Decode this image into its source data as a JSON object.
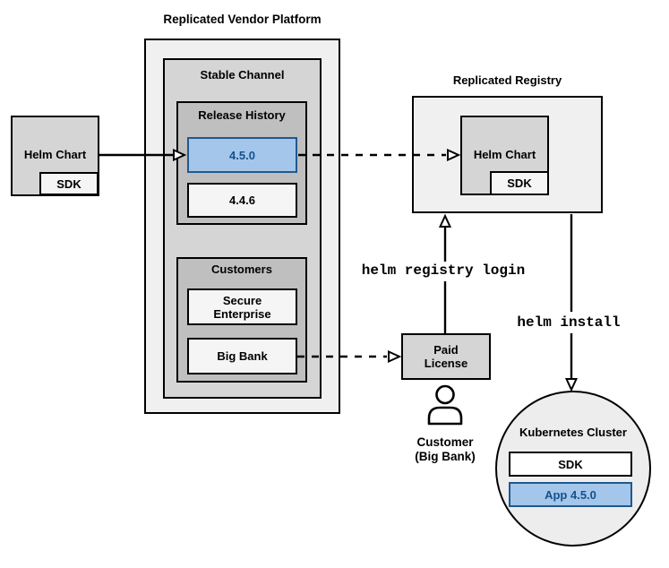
{
  "colors": {
    "highlight_fill": "#a3c6ea",
    "highlight_border": "#20588f",
    "highlight_text": "#15508c",
    "box_light": "#f0f0f0",
    "box_mid": "#d5d5d5",
    "box_dark": "#bfbfbf",
    "box_item": "#f5f5f5",
    "circle_fill": "#ededed",
    "line": "#000000"
  },
  "source_chart": {
    "label": "Helm Chart",
    "sdk": "SDK"
  },
  "platform": {
    "title": "Replicated Vendor Platform",
    "stable_channel": {
      "title": "Stable Channel",
      "release_history": {
        "title": "Release History",
        "releases": [
          {
            "version": "4.5.0"
          },
          {
            "version": "4.4.6"
          }
        ]
      },
      "customers": {
        "title": "Customers",
        "items": [
          {
            "name": "Secure Enterprise"
          },
          {
            "name": "Big Bank"
          }
        ]
      }
    }
  },
  "registry": {
    "title": "Replicated Registry",
    "helm_chart": {
      "label": "Helm Chart",
      "sdk": "SDK"
    }
  },
  "license": {
    "label": "Paid License"
  },
  "customer": {
    "line1": "Customer",
    "line2": "(Big Bank)"
  },
  "commands": {
    "registry_login": "helm registry login",
    "install": "helm install"
  },
  "cluster": {
    "title": "Kubernetes Cluster",
    "sdk": "SDK",
    "app": "App 4.5.0"
  }
}
